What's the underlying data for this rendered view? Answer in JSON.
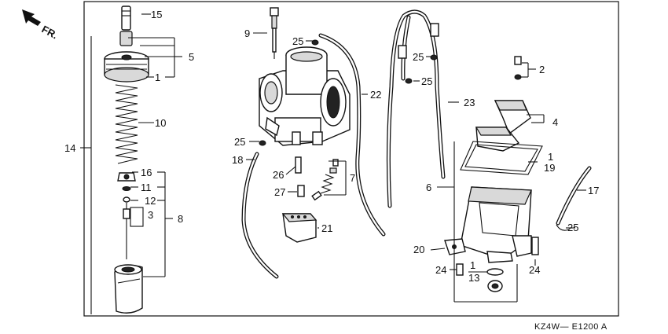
{
  "diagram": {
    "direction_label": "FR.",
    "code": "KZ4W— E1200 A",
    "callouts": {
      "c1a": "1",
      "c1b": "1",
      "c1c": "1",
      "c2": "2",
      "c3": "3",
      "c4": "4",
      "c5": "5",
      "c6": "6",
      "c7": "7",
      "c8": "8",
      "c9": "9",
      "c10": "10",
      "c11": "11",
      "c12": "12",
      "c13": "13",
      "c14": "14",
      "c15": "15",
      "c16": "16",
      "c17": "17",
      "c18": "18",
      "c19": "19",
      "c20": "20",
      "c21": "21",
      "c22": "22",
      "c23": "23",
      "c24a": "24",
      "c24b": "24",
      "c25a": "25",
      "c25b": "25",
      "c25c": "25",
      "c25d": "25",
      "c25e": "25",
      "c26": "26",
      "c27": "27"
    }
  }
}
